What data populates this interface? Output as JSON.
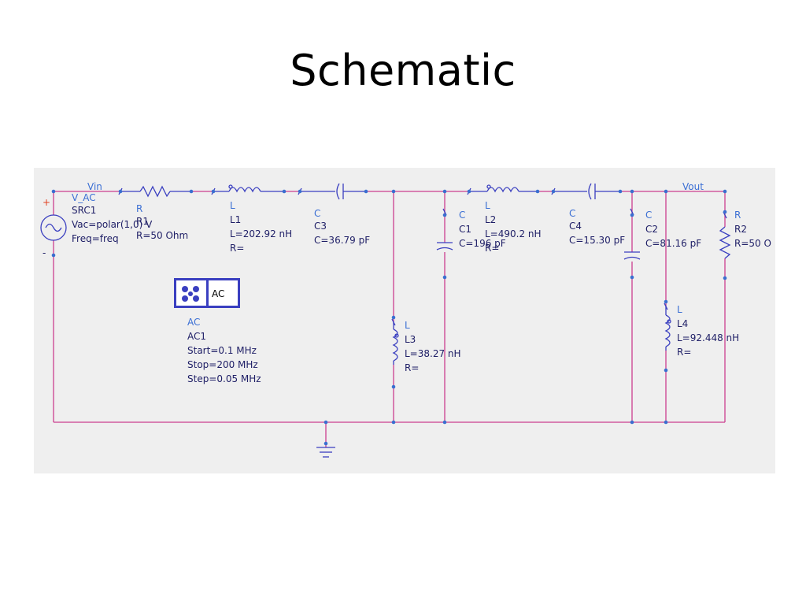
{
  "title": "Schematic",
  "nets": {
    "vin": "Vin",
    "vout": "Vout"
  },
  "source": {
    "pos": "+",
    "neg": "-",
    "lines": [
      "V_AC",
      "SRC1",
      "Vac=polar(1,0) V",
      "Freq=freq"
    ]
  },
  "r1": {
    "lines": [
      "R",
      "R1",
      "R=50 Ohm"
    ]
  },
  "l1": {
    "lines": [
      "L",
      "L1",
      "L=202.92 nH",
      "R="
    ]
  },
  "c3": {
    "lines": [
      "C",
      "C3",
      "C=36.79 pF"
    ]
  },
  "c1": {
    "lines": [
      "C",
      "C1",
      "C=196 pF"
    ]
  },
  "l2": {
    "lines": [
      "L",
      "L2",
      "L=490.2 nH",
      "R="
    ]
  },
  "c4": {
    "lines": [
      "C",
      "C4",
      "C=15.30 pF"
    ]
  },
  "c2": {
    "lines": [
      "C",
      "C2",
      "C=81.16 pF"
    ]
  },
  "r2": {
    "lines": [
      "R",
      "R2",
      "R=50 O"
    ]
  },
  "l3": {
    "lines": [
      "L",
      "L3",
      "L=38.27 nH",
      "R="
    ]
  },
  "l4": {
    "lines": [
      "L",
      "L4",
      "L=92.448 nH",
      "R="
    ]
  },
  "ac": {
    "box_label": "AC",
    "lines": [
      "AC",
      "AC1",
      "Start=0.1 MHz",
      "Stop=200 MHz",
      "Step=0.05 MHz"
    ]
  },
  "colors": {
    "wire": "#cc3f8f",
    "component": "#3a3fc0",
    "node": "#3a6fd0",
    "background": "#efefef"
  }
}
